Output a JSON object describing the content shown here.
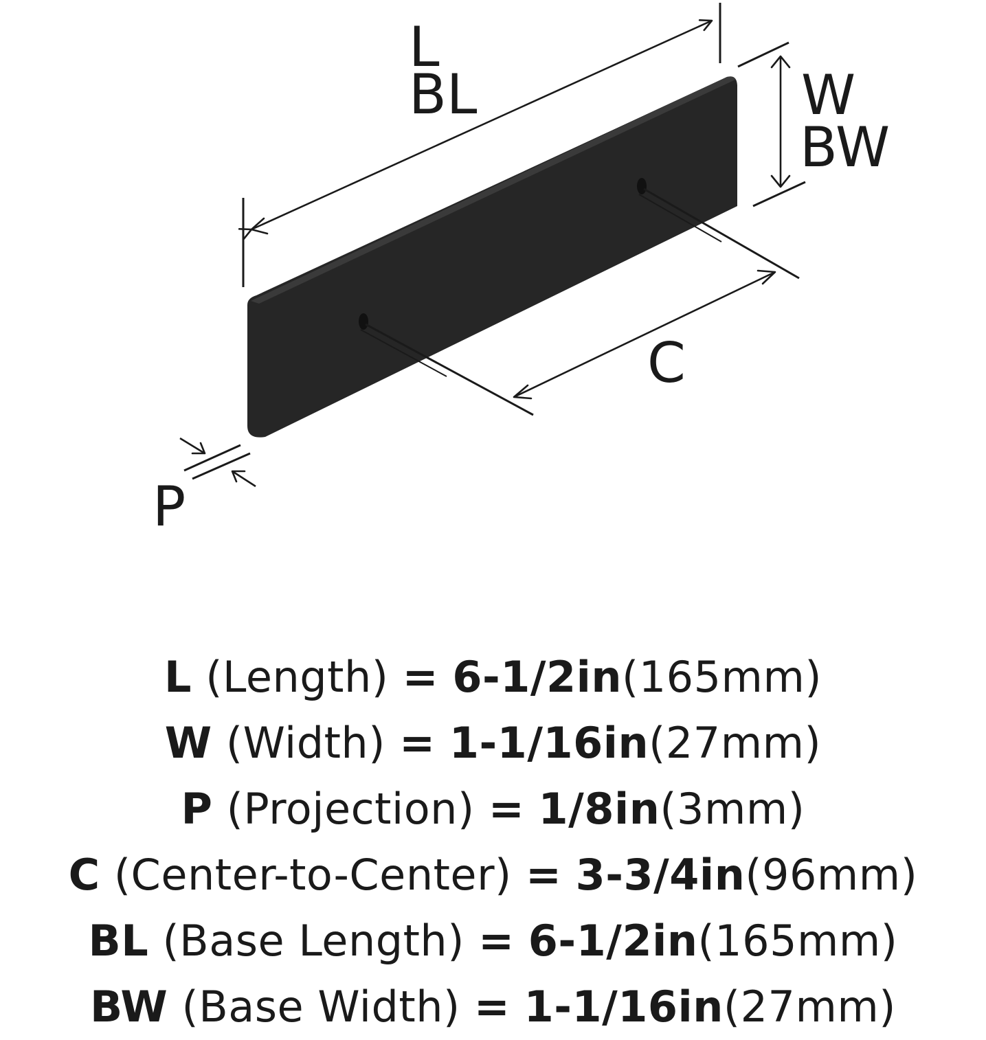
{
  "diagram": {
    "labels": {
      "length": "L",
      "base_length": "BL",
      "width": "W",
      "base_width": "BW",
      "center_to_center": "C",
      "projection": "P"
    },
    "colors": {
      "plate": "#262626",
      "plate_top_edge": "#3a3a3a",
      "lines": "#1a1a1a"
    }
  },
  "specs": [
    {
      "abbr": "L",
      "name": "(Length)",
      "eq": "=",
      "imperial": "6-1/2in",
      "metric": "(165mm)"
    },
    {
      "abbr": "W",
      "name": "(Width)",
      "eq": "=",
      "imperial": "1-1/16in",
      "metric": "(27mm)"
    },
    {
      "abbr": "P",
      "name": "(Projection)",
      "eq": "=",
      "imperial": "1/8in",
      "metric": "(3mm)"
    },
    {
      "abbr": "C",
      "name": "(Center-to-Center)",
      "eq": "=",
      "imperial": "3-3/4in",
      "metric": "(96mm)"
    },
    {
      "abbr": "BL",
      "name": "(Base Length)",
      "eq": "=",
      "imperial": "6-1/2in",
      "metric": "(165mm)"
    },
    {
      "abbr": "BW",
      "name": "(Base Width)",
      "eq": "=",
      "imperial": "1-1/16in",
      "metric": "(27mm)"
    }
  ]
}
